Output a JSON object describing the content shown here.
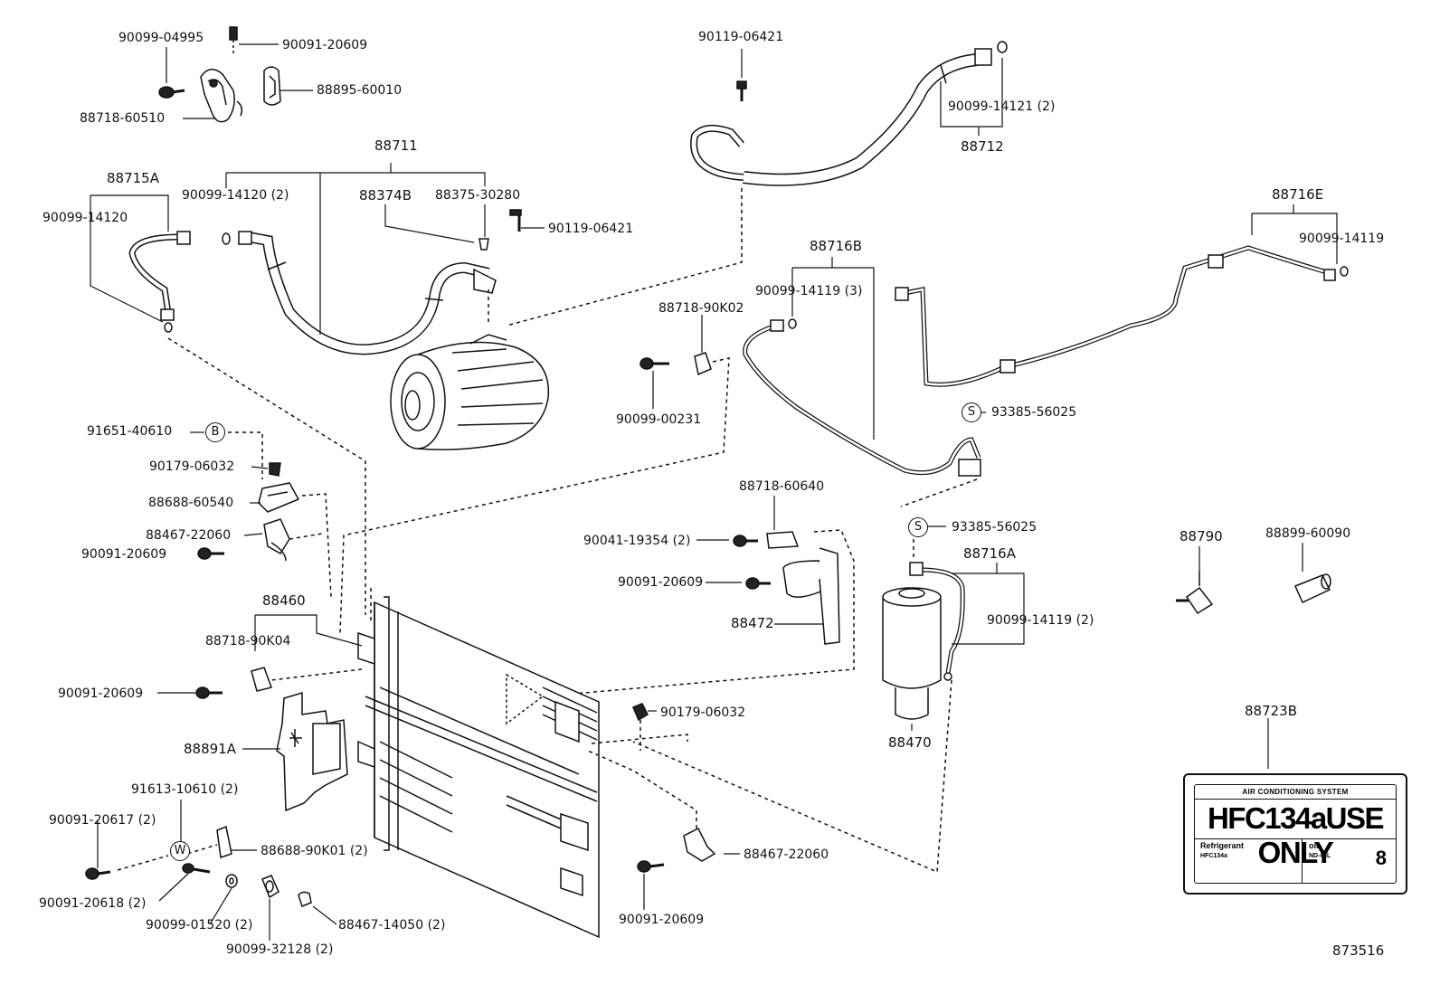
{
  "diagram_code": "873516",
  "part_labels": {
    "p90099_04995": "90099-04995",
    "p90091_20609_top": "90091-20609",
    "p88895_60010": "88895-60010",
    "p88718_60510": "88718-60510",
    "p88711": "88711",
    "p88715A": "88715A",
    "p90099_14120_2": "90099-14120 (2)",
    "p88374B": "88374B",
    "p88375_30280": "88375-30280",
    "p90099_14120": "90099-14120",
    "p90119_06421_mid": "90119-06421",
    "p90119_06421_top": "90119-06421",
    "p90099_14121_2": "90099-14121 (2)",
    "p88712": "88712",
    "p88716E": "88716E",
    "p90099_14119": "90099-14119",
    "p88716B": "88716B",
    "p90099_14119_3": "90099-14119 (3)",
    "p88718_90K02": "88718-90K02",
    "p90099_00231": "90099-00231",
    "p93385_56025_a": "93385-56025",
    "p91651_40610": "91651-40610",
    "p90179_06032_left": "90179-06032",
    "p88688_60540": "88688-60540",
    "p88467_22060_left": "88467-22060",
    "p90091_20609_left": "90091-20609",
    "p88718_60640": "88718-60640",
    "p90041_19354_2": "90041-19354 (2)",
    "p90091_20609_mid": "90091-20609",
    "p88472": "88472",
    "p93385_56025_b": "93385-56025",
    "p88716A": "88716A",
    "p90099_14119_2": "90099-14119 (2)",
    "p88470": "88470",
    "p88790": "88790",
    "p88899_60090": "88899-60090",
    "p88460": "88460",
    "p88718_90K04": "88718-90K04",
    "p90091_20609_low": "90091-20609",
    "p90179_06032_mid": "90179-06032",
    "p88723B": "88723B",
    "p88891A": "88891A",
    "p91613_10610_2": "91613-10610 (2)",
    "p90091_20617_2": "90091-20617 (2)",
    "p88688_90K01_2": "88688-90K01 (2)",
    "p88467_22060_right": "88467-22060",
    "p90091_20618_2": "90091-20618 (2)",
    "p90099_01520_2": "90099-01520 (2)",
    "p88467_14050_2": "88467-14050 (2)",
    "p90099_32128_2": "90099-32128 (2)",
    "p90091_20609_bottom": "90091-20609"
  },
  "callout_symbols": {
    "b": "B",
    "s1": "S",
    "s2": "S",
    "w": "W"
  },
  "decal": {
    "header": "AIR CONDITIONING SYSTEM",
    "main": "HFC134aUSE ONLY",
    "refrigerant_label": "Refrigerant",
    "refrigerant_value": "HFC134a",
    "oil_label": "oil",
    "oil_value": "ND-OIL",
    "oil_amount": "8"
  }
}
